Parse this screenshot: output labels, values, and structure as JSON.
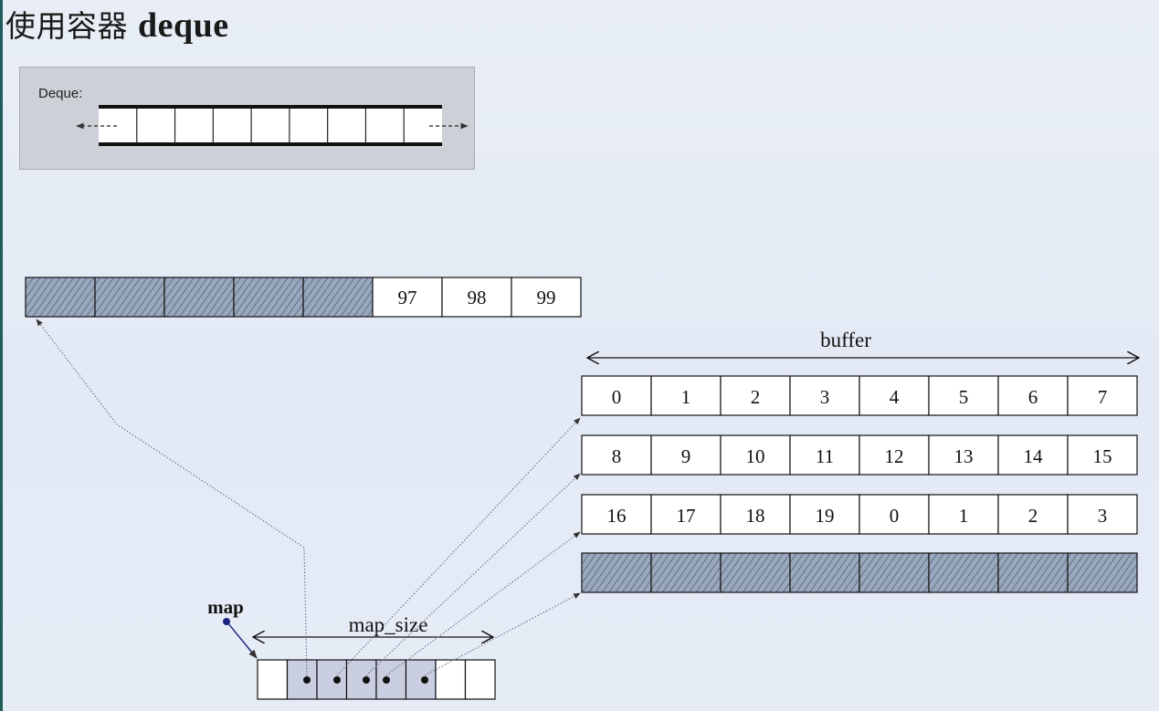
{
  "title": {
    "prefix": "使用容器",
    "name": "deque"
  },
  "inset": {
    "label": "Deque:",
    "cell_count": 9,
    "left_arrow": "left-dashed-arrow-icon",
    "right_arrow": "right-dashed-arrow-icon"
  },
  "top_block": {
    "hatched_count": 5,
    "values": [
      "97",
      "98",
      "99"
    ]
  },
  "buffer": {
    "label": "buffer",
    "rows": [
      [
        "0",
        "1",
        "2",
        "3",
        "4",
        "5",
        "6",
        "7"
      ],
      [
        "8",
        "9",
        "10",
        "11",
        "12",
        "13",
        "14",
        "15"
      ],
      [
        "16",
        "17",
        "18",
        "19",
        "0",
        "1",
        "2",
        "3"
      ],
      [
        "",
        "",
        "",
        "",
        "",
        "",
        "",
        ""
      ]
    ],
    "hatched_rows": [
      3
    ]
  },
  "map": {
    "label": "map",
    "size_label": "map_size",
    "cell_count": 8,
    "pointer_cells": [
      1,
      2,
      3,
      4,
      5
    ],
    "label_color": "#2e7d57",
    "pointer_color": "#1a237e"
  }
}
